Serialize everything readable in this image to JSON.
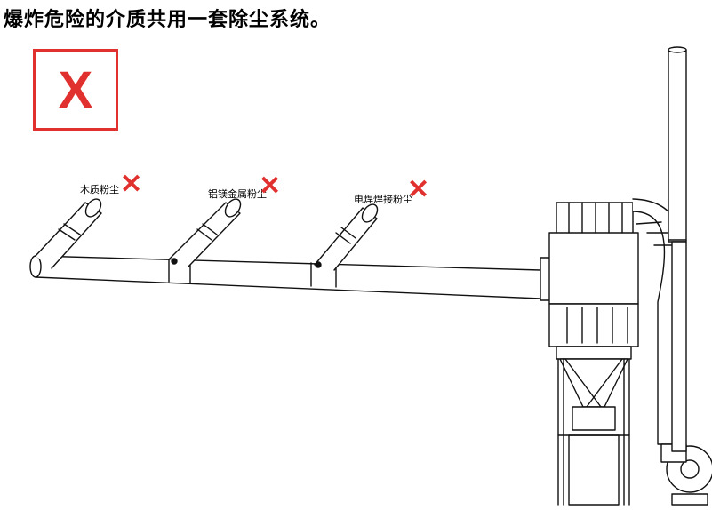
{
  "heading": "爆炸危险的介质共用一套除尘系统。",
  "badge": {
    "symbol": "X",
    "color": "#e0312f"
  },
  "branches": [
    {
      "label": "木质粉尘",
      "mark": "✕"
    },
    {
      "label": "铝镁金属粉尘",
      "mark": "✕"
    },
    {
      "label": "电焊焊接粉尘",
      "mark": "✕"
    }
  ]
}
